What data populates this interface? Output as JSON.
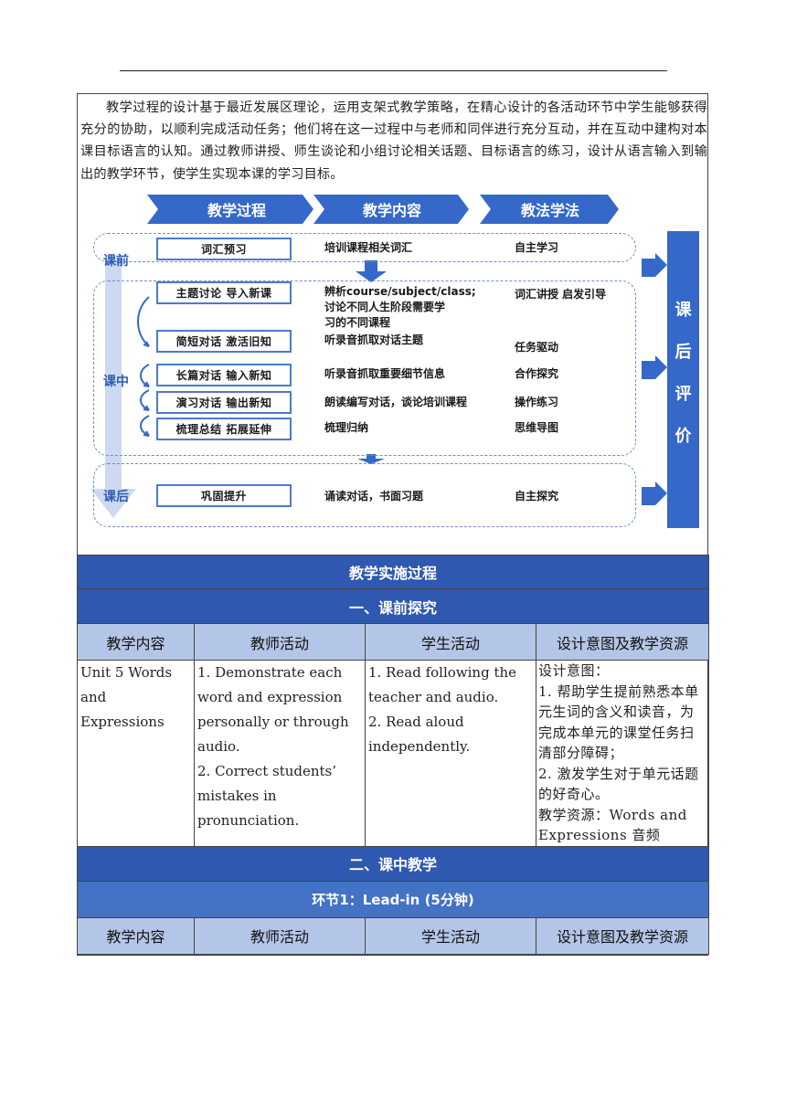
{
  "intro_text": "教学过程的设计基于最近发展区理论，运用支架式教学策略，在精心设计的各活动环节中学生能够获得充分的协助，以顺利完成活动任务；他们将在这一过程中与老师和同伴进行充分互动，并在互动中建构对本课目标语言的认知。通过教师讲授、师生谈论和小组讨论相关话题、目标语言的练习，设计从语言输入到输出的教学环节，使学生实现本课的学习目标。",
  "diagram": {
    "headers": [
      "教学过程",
      "教学内容",
      "教法学法"
    ],
    "stages": [
      "课前",
      "课中",
      "课后"
    ],
    "evaluation": [
      "课",
      "后",
      "评",
      "价"
    ],
    "rows": [
      {
        "step": "词汇预习",
        "content": "培训课程相关词汇",
        "method": "自主学习"
      },
      {
        "step": "主题讨论  导入新课",
        "content_lines": [
          "辨析course/subject/class;",
          "讨论不同人生阶段需要学",
          "习的不同课程"
        ],
        "method": "词汇讲授  启发引导"
      },
      {
        "step": "简短对话  激活旧知",
        "content": "听录音抓取对话主题",
        "method": "任务驱动"
      },
      {
        "step": "长篇对话  输入新知",
        "content": "听录音抓取重要细节信息",
        "method": "合作探究"
      },
      {
        "step": "演习对话  输出新知",
        "content": "朗读编写对话，谈论培训课程",
        "method": "操作练习"
      },
      {
        "step": "梳理总结  拓展延伸",
        "content": "梳理归纳",
        "method": "思维导图"
      },
      {
        "step": "巩固提升",
        "content": "诵读对话，书面习题",
        "method": "自主探究"
      }
    ]
  },
  "table": {
    "title": "教学实施过程",
    "section1": "一、课前探究",
    "columns": [
      "教学内容",
      "教师活动",
      "学生活动",
      "设计意图及教学资源"
    ],
    "row1": {
      "content": "Unit 5 Words and Expressions",
      "teacher": [
        "1.  Demonstrate each word and expression personally or through audio.",
        "2.  Correct students’ mistakes in pronunciation."
      ],
      "student": [
        "1.  Read following the teacher and audio.",
        "2.  Read aloud independently."
      ],
      "design": [
        "设计意图：",
        "1. 帮助学生提前熟悉本单元生词的含义和读音，为完成本单元的课堂任务扫清部分障碍；",
        "2. 激发学生对于单元话题的好奇心。",
        "教学资源：Words and Expressions  音频"
      ]
    },
    "section2": "二、课中教学",
    "step1": "环节1：Lead-in (5分钟)",
    "columns2": [
      "教学内容",
      "教师活动",
      "学生活动",
      "设计意图及教学资源"
    ]
  }
}
